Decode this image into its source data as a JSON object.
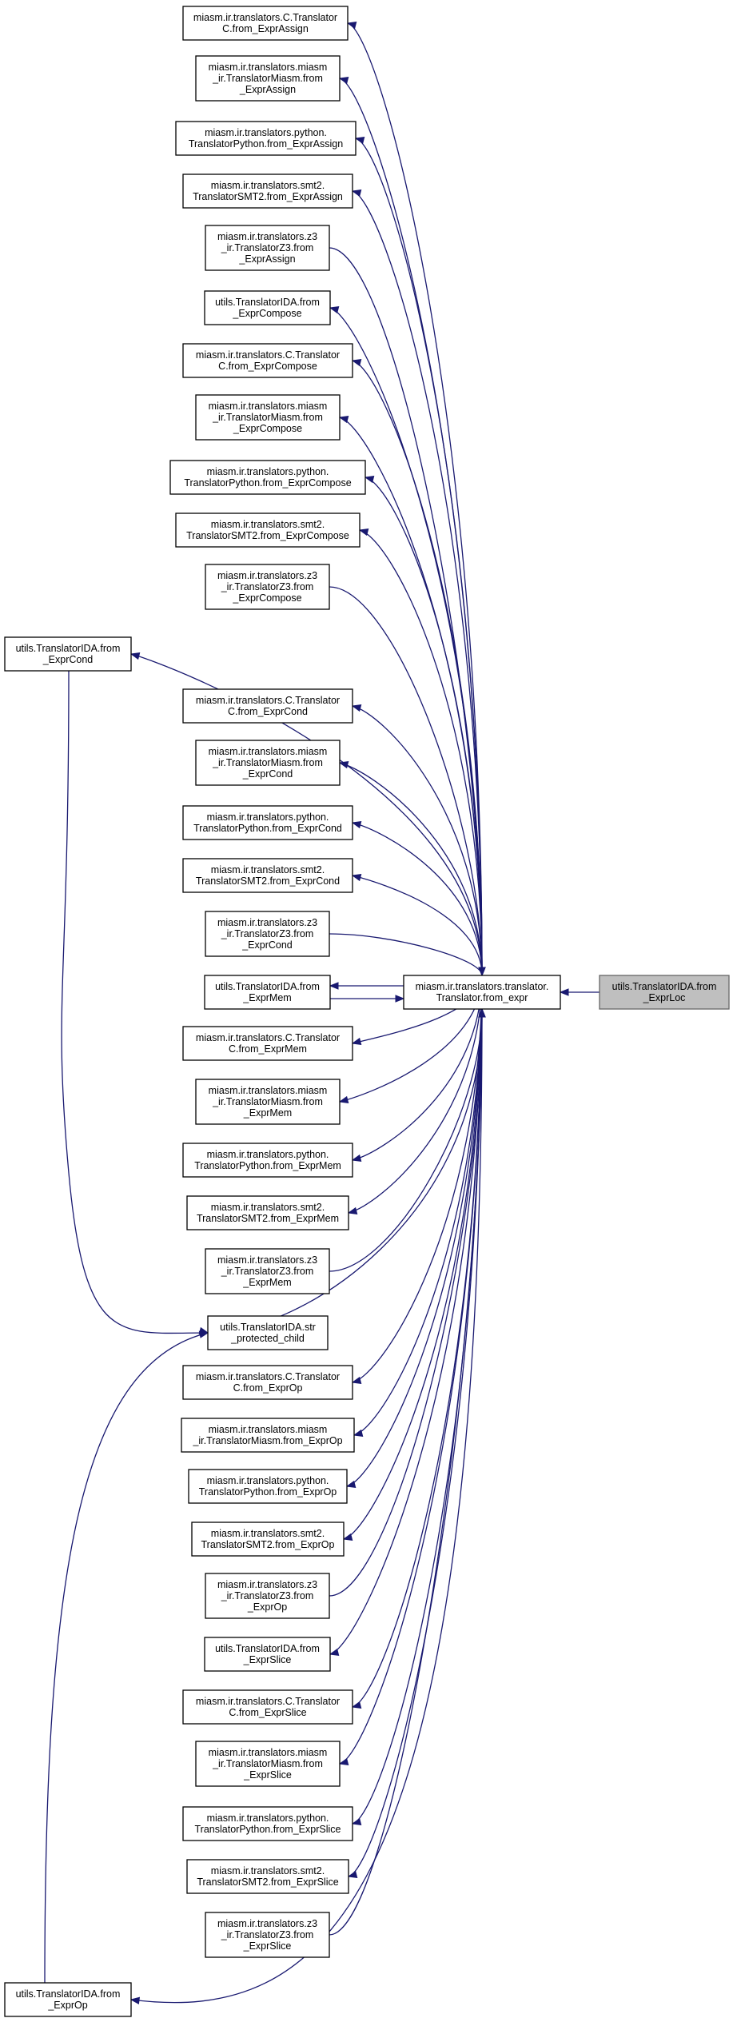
{
  "colors": {
    "edge": "#191970",
    "node_border": "#000000",
    "highlight_fill": "#bfbfbf"
  },
  "nodes": {
    "n_assign_c": [
      "miasm.ir.translators.C.Translator",
      "C.from_ExprAssign"
    ],
    "n_assign_miasm": [
      "miasm.ir.translators.miasm",
      "_ir.TranslatorMiasm.from",
      "_ExprAssign"
    ],
    "n_assign_python": [
      "miasm.ir.translators.python.",
      "TranslatorPython.from_ExprAssign"
    ],
    "n_assign_smt2": [
      "miasm.ir.translators.smt2.",
      "TranslatorSMT2.from_ExprAssign"
    ],
    "n_assign_z3": [
      "miasm.ir.translators.z3",
      "_ir.TranslatorZ3.from",
      "_ExprAssign"
    ],
    "n_compose_ida": [
      "utils.TranslatorIDA.from",
      "_ExprCompose"
    ],
    "n_compose_c": [
      "miasm.ir.translators.C.Translator",
      "C.from_ExprCompose"
    ],
    "n_compose_miasm": [
      "miasm.ir.translators.miasm",
      "_ir.TranslatorMiasm.from",
      "_ExprCompose"
    ],
    "n_compose_python": [
      "miasm.ir.translators.python.",
      "TranslatorPython.from_ExprCompose"
    ],
    "n_compose_smt2": [
      "miasm.ir.translators.smt2.",
      "TranslatorSMT2.from_ExprCompose"
    ],
    "n_compose_z3": [
      "miasm.ir.translators.z3",
      "_ir.TranslatorZ3.from",
      "_ExprCompose"
    ],
    "n_cond_ida": [
      "utils.TranslatorIDA.from",
      "_ExprCond"
    ],
    "n_cond_c": [
      "miasm.ir.translators.C.Translator",
      "C.from_ExprCond"
    ],
    "n_cond_miasm": [
      "miasm.ir.translators.miasm",
      "_ir.TranslatorMiasm.from",
      "_ExprCond"
    ],
    "n_cond_python": [
      "miasm.ir.translators.python.",
      "TranslatorPython.from_ExprCond"
    ],
    "n_cond_smt2": [
      "miasm.ir.translators.smt2.",
      "TranslatorSMT2.from_ExprCond"
    ],
    "n_cond_z3": [
      "miasm.ir.translators.z3",
      "_ir.TranslatorZ3.from",
      "_ExprCond"
    ],
    "n_mem_ida": [
      "utils.TranslatorIDA.from",
      "_ExprMem"
    ],
    "n_from_expr": [
      "miasm.ir.translators.translator.",
      "Translator.from_expr"
    ],
    "n_exprloc": [
      "utils.TranslatorIDA.from",
      "_ExprLoc"
    ],
    "n_mem_c": [
      "miasm.ir.translators.C.Translator",
      "C.from_ExprMem"
    ],
    "n_mem_miasm": [
      "miasm.ir.translators.miasm",
      "_ir.TranslatorMiasm.from",
      "_ExprMem"
    ],
    "n_mem_python": [
      "miasm.ir.translators.python.",
      "TranslatorPython.from_ExprMem"
    ],
    "n_mem_smt2": [
      "miasm.ir.translators.smt2.",
      "TranslatorSMT2.from_ExprMem"
    ],
    "n_mem_z3": [
      "miasm.ir.translators.z3",
      "_ir.TranslatorZ3.from",
      "_ExprMem"
    ],
    "n_str_protected": [
      "utils.TranslatorIDA.str",
      "_protected_child"
    ],
    "n_op_c": [
      "miasm.ir.translators.C.Translator",
      "C.from_ExprOp"
    ],
    "n_op_miasm": [
      "miasm.ir.translators.miasm",
      "_ir.TranslatorMiasm.from_ExprOp"
    ],
    "n_op_python": [
      "miasm.ir.translators.python.",
      "TranslatorPython.from_ExprOp"
    ],
    "n_op_smt2": [
      "miasm.ir.translators.smt2.",
      "TranslatorSMT2.from_ExprOp"
    ],
    "n_op_z3": [
      "miasm.ir.translators.z3",
      "_ir.TranslatorZ3.from",
      "_ExprOp"
    ],
    "n_slice_ida": [
      "utils.TranslatorIDA.from",
      "_ExprSlice"
    ],
    "n_slice_c": [
      "miasm.ir.translators.C.Translator",
      "C.from_ExprSlice"
    ],
    "n_slice_miasm": [
      "miasm.ir.translators.miasm",
      "_ir.TranslatorMiasm.from",
      "_ExprSlice"
    ],
    "n_slice_python": [
      "miasm.ir.translators.python.",
      "TranslatorPython.from_ExprSlice"
    ],
    "n_slice_smt2": [
      "miasm.ir.translators.smt2.",
      "TranslatorSMT2.from_ExprSlice"
    ],
    "n_slice_z3": [
      "miasm.ir.translators.z3",
      "_ir.TranslatorZ3.from",
      "_ExprSlice"
    ],
    "n_op_ida": [
      "utils.TranslatorIDA.from",
      "_ExprOp"
    ]
  },
  "edges": [
    [
      "n_exprloc",
      "n_from_expr"
    ],
    [
      "n_from_expr",
      "n_assign_c"
    ],
    [
      "n_from_expr",
      "n_assign_miasm"
    ],
    [
      "n_from_expr",
      "n_assign_python"
    ],
    [
      "n_from_expr",
      "n_assign_smt2"
    ],
    [
      "n_assign_z3",
      "n_from_expr"
    ],
    [
      "n_from_expr",
      "n_compose_ida"
    ],
    [
      "n_from_expr",
      "n_compose_c"
    ],
    [
      "n_from_expr",
      "n_compose_miasm"
    ],
    [
      "n_from_expr",
      "n_compose_python"
    ],
    [
      "n_from_expr",
      "n_compose_smt2"
    ],
    [
      "n_compose_z3",
      "n_from_expr"
    ],
    [
      "n_from_expr",
      "n_cond_ida"
    ],
    [
      "n_from_expr",
      "n_cond_c"
    ],
    [
      "n_from_expr",
      "n_cond_miasm"
    ],
    [
      "n_from_expr",
      "n_cond_python"
    ],
    [
      "n_from_expr",
      "n_cond_smt2"
    ],
    [
      "n_cond_z3",
      "n_from_expr"
    ],
    [
      "n_from_expr",
      "n_mem_ida"
    ],
    [
      "n_mem_ida",
      "n_from_expr"
    ],
    [
      "n_from_expr",
      "n_mem_c"
    ],
    [
      "n_from_expr",
      "n_mem_miasm"
    ],
    [
      "n_from_expr",
      "n_mem_python"
    ],
    [
      "n_from_expr",
      "n_mem_smt2"
    ],
    [
      "n_mem_z3",
      "n_from_expr"
    ],
    [
      "n_from_expr",
      "n_str_protected"
    ],
    [
      "n_cond_ida",
      "n_str_protected"
    ],
    [
      "n_op_ida",
      "n_str_protected"
    ],
    [
      "n_from_expr",
      "n_op_c"
    ],
    [
      "n_from_expr",
      "n_op_miasm"
    ],
    [
      "n_from_expr",
      "n_op_python"
    ],
    [
      "n_from_expr",
      "n_op_smt2"
    ],
    [
      "n_op_z3",
      "n_from_expr"
    ],
    [
      "n_from_expr",
      "n_slice_ida"
    ],
    [
      "n_from_expr",
      "n_slice_c"
    ],
    [
      "n_from_expr",
      "n_slice_miasm"
    ],
    [
      "n_from_expr",
      "n_slice_python"
    ],
    [
      "n_from_expr",
      "n_slice_smt2"
    ],
    [
      "n_slice_z3",
      "n_from_expr"
    ],
    [
      "n_from_expr",
      "n_op_ida"
    ]
  ]
}
